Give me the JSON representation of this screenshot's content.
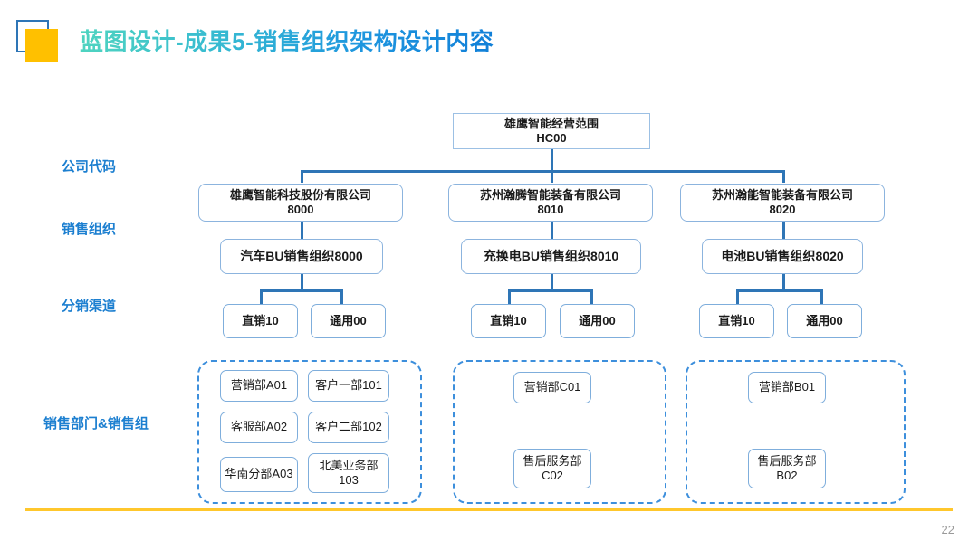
{
  "slide": {
    "title": "蓝图设计-成果5-销售组织架构设计内容",
    "page_number": "22",
    "accent_blue": "#1C7FD0",
    "connector_blue": "#2E75B6",
    "box_border": "#8CB4DE",
    "dashed_border": "#3D8FDC",
    "logo_fill": "#FFC000",
    "footer_rule": "#FFC72C",
    "title_gradient_from": "#4FD4C0",
    "title_gradient_to": "#1180D8"
  },
  "row_labels": [
    {
      "id": "company-code",
      "label": "公司代码"
    },
    {
      "id": "sales-org",
      "label": "销售组织"
    },
    {
      "id": "distribution-channel",
      "label": "分销渠道"
    },
    {
      "id": "sales-dept-group",
      "label": "销售部门&销售组"
    }
  ],
  "root_node": {
    "line1": "雄鹰智能经营范围",
    "line2": "HC00"
  },
  "company_nodes": [
    {
      "line1": "雄鹰智能科技股份有限公司",
      "line2": "8000"
    },
    {
      "line1": "苏州瀚腾智能装备有限公司",
      "line2": "8010"
    },
    {
      "line1": "苏州瀚能智能装备有限公司",
      "line2": "8020"
    }
  ],
  "sales_org_nodes": [
    {
      "label": "汽车BU销售组织8000"
    },
    {
      "label": "充换电BU销售组织8010"
    },
    {
      "label": "电池BU销售组织8020"
    }
  ],
  "channel_nodes": [
    {
      "direct": "直销10",
      "general": "通用00"
    },
    {
      "direct": "直销10",
      "general": "通用00"
    },
    {
      "direct": "直销10",
      "general": "通用00"
    }
  ],
  "department_groups": [
    {
      "id": "group-a",
      "items": [
        {
          "line1": "营销部A01",
          "line2": ""
        },
        {
          "line1": "客户一部101",
          "line2": ""
        },
        {
          "line1": "客服部A02",
          "line2": ""
        },
        {
          "line1": "客户二部102",
          "line2": ""
        },
        {
          "line1": "华南分部A03",
          "line2": ""
        },
        {
          "line1": "北美业务部",
          "line2": "103"
        }
      ]
    },
    {
      "id": "group-c",
      "items": [
        {
          "line1": "营销部C01",
          "line2": ""
        },
        {
          "line1": "售后服务部",
          "line2": "C02"
        }
      ]
    },
    {
      "id": "group-b",
      "items": [
        {
          "line1": "营销部B01",
          "line2": ""
        },
        {
          "line1": "售后服务部",
          "line2": "B02"
        }
      ]
    }
  ]
}
